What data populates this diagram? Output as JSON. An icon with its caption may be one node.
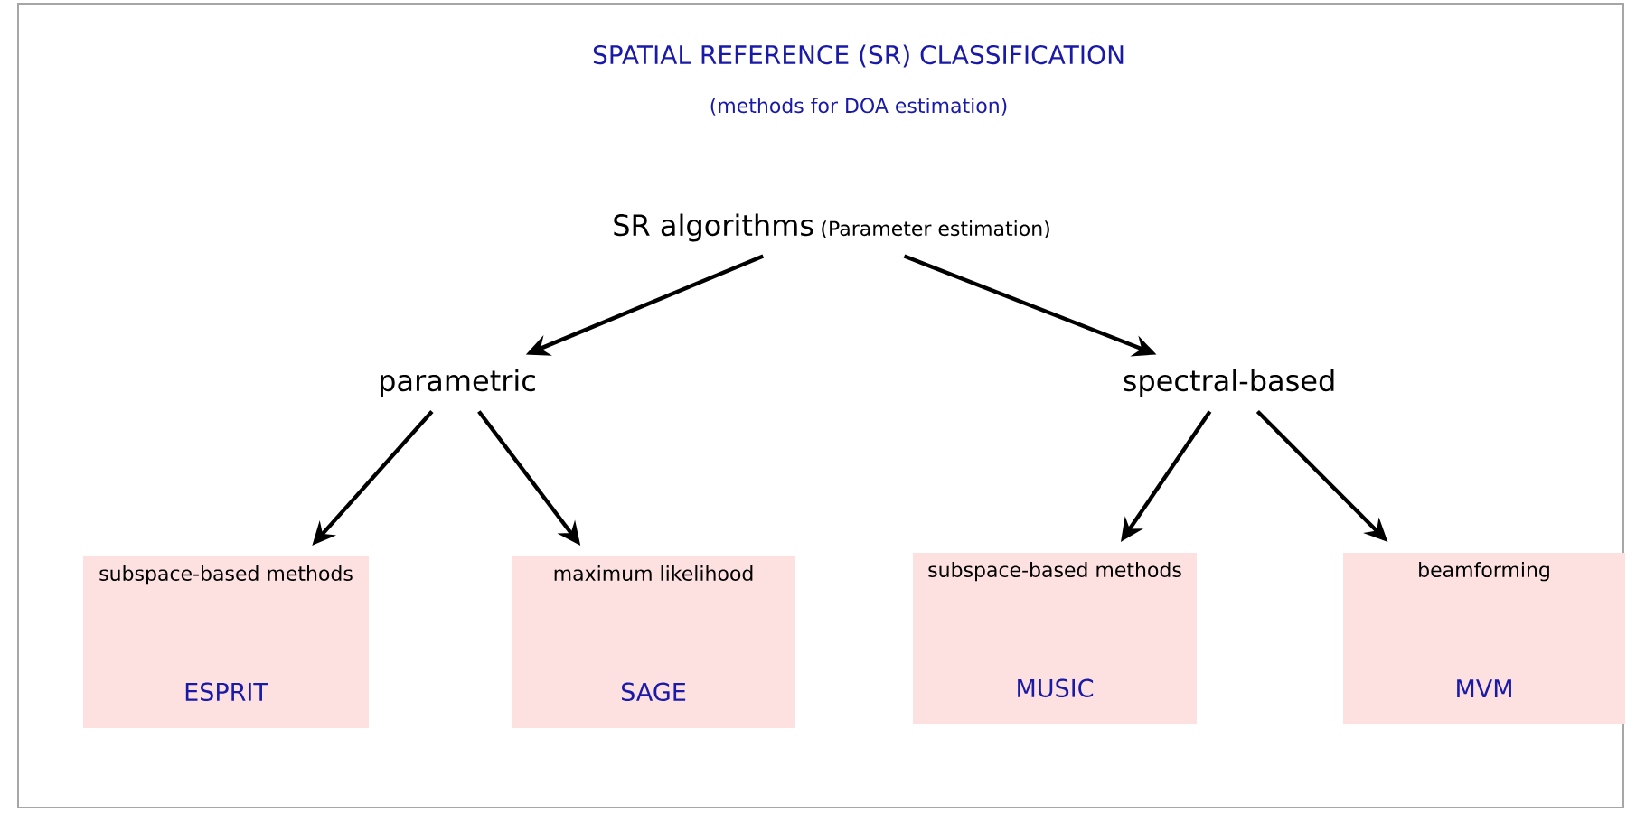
{
  "diagram": {
    "title": "SPATIAL REFERENCE (SR) CLASSIFICATION",
    "nodes": [
      {
        "text": [
          "SR algorithms",
          "(Parameter estimation)"
        ]
      },
      {
        "text": [
          "parametric"
        ]
      },
      {
        "text": [
          "spectral-based"
        ]
      },
      {
        "text": [
          "subspace-based methods",
          "ESPRIT"
        ]
      },
      {
        "text": [
          "maximum likelihood",
          "SAGE"
        ]
      },
      {
        "text": [
          "subspace-based methods",
          "MUSIC"
        ]
      },
      {
        "text": [
          "beamforming",
          "MVM"
        ]
      }
    ],
    "edges": [
      {
        "from": 0,
        "to": 1,
        "arrow": "to"
      },
      {
        "from": 0,
        "to": 2,
        "arrow": "to"
      },
      {
        "from": 1,
        "to": 3,
        "arrow": "to"
      },
      {
        "from": 1,
        "to": 4,
        "arrow": "to"
      },
      {
        "from": 2,
        "to": 5,
        "arrow": "to"
      },
      {
        "from": 2,
        "to": 6,
        "arrow": "to"
      }
    ],
    "labels": [
      "(methods for DOA estimation)"
    ]
  }
}
